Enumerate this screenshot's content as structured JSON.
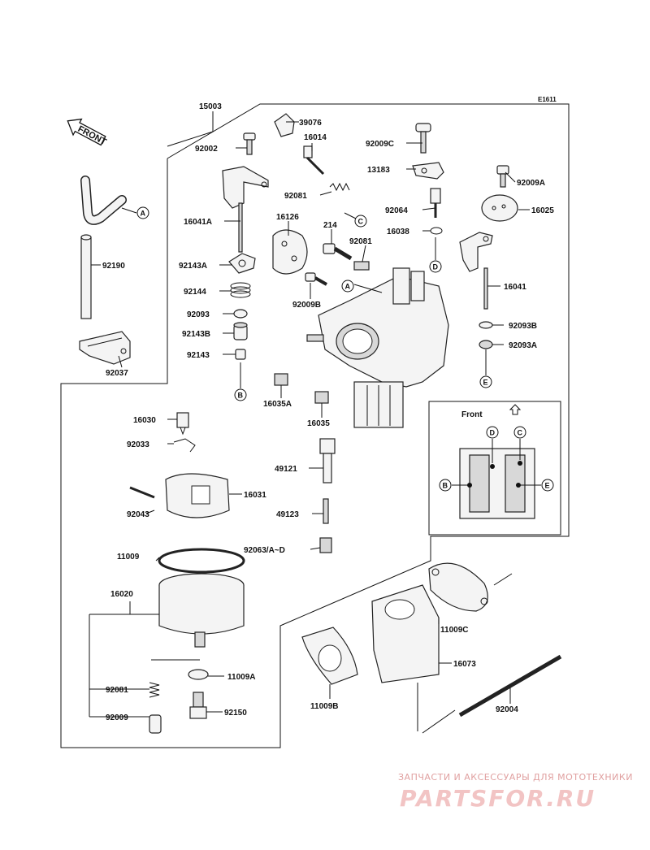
{
  "diagram": {
    "code": "E1611",
    "front_arrow_label": "FRONT",
    "inset_title": "Front",
    "parts": [
      {
        "key": "15003",
        "label": "15003"
      },
      {
        "key": "39076",
        "label": "39076"
      },
      {
        "key": "16014",
        "label": "16014"
      },
      {
        "key": "92002",
        "label": "92002"
      },
      {
        "key": "92009C",
        "label": "92009C"
      },
      {
        "key": "13183",
        "label": "13183"
      },
      {
        "key": "92009A",
        "label": "92009A"
      },
      {
        "key": "92081a",
        "label": "92081"
      },
      {
        "key": "92064",
        "label": "92064"
      },
      {
        "key": "16025",
        "label": "16025"
      },
      {
        "key": "16041A",
        "label": "16041A"
      },
      {
        "key": "16126",
        "label": "16126"
      },
      {
        "key": "214",
        "label": "214"
      },
      {
        "key": "92081b",
        "label": "92081"
      },
      {
        "key": "16038",
        "label": "16038"
      },
      {
        "key": "92190",
        "label": "92190"
      },
      {
        "key": "92143A",
        "label": "92143A"
      },
      {
        "key": "16041",
        "label": "16041"
      },
      {
        "key": "92144",
        "label": "92144"
      },
      {
        "key": "92009B",
        "label": "92009B"
      },
      {
        "key": "92093",
        "label": "92093"
      },
      {
        "key": "92093B",
        "label": "92093B"
      },
      {
        "key": "92143B",
        "label": "92143B"
      },
      {
        "key": "92093A",
        "label": "92093A"
      },
      {
        "key": "92143",
        "label": "92143"
      },
      {
        "key": "92037",
        "label": "92037"
      },
      {
        "key": "16035A",
        "label": "16035A"
      },
      {
        "key": "16030",
        "label": "16030"
      },
      {
        "key": "16035",
        "label": "16035"
      },
      {
        "key": "92033",
        "label": "92033"
      },
      {
        "key": "49121",
        "label": "49121"
      },
      {
        "key": "16031",
        "label": "16031"
      },
      {
        "key": "92043",
        "label": "92043"
      },
      {
        "key": "49123",
        "label": "49123"
      },
      {
        "key": "92063",
        "label": "92063/A~D"
      },
      {
        "key": "11009",
        "label": "11009"
      },
      {
        "key": "16020",
        "label": "16020"
      },
      {
        "key": "11009C",
        "label": "11009C"
      },
      {
        "key": "16073",
        "label": "16073"
      },
      {
        "key": "11009A",
        "label": "11009A"
      },
      {
        "key": "92081c",
        "label": "92081"
      },
      {
        "key": "92150",
        "label": "92150"
      },
      {
        "key": "92009",
        "label": "92009"
      },
      {
        "key": "11009B",
        "label": "11009B"
      },
      {
        "key": "92004",
        "label": "92004"
      }
    ],
    "refs": {
      "A1": "A",
      "A2": "A",
      "B1": "B",
      "C1": "C",
      "D1": "D",
      "E1": "E",
      "iD": "D",
      "iC": "C",
      "iB": "B",
      "iE": "E"
    }
  },
  "watermark": {
    "tagline": "ЗАПЧАСТИ И АКСЕССУАРЫ ДЛЯ МОТОТЕХНИКИ",
    "logo": "PARTSFOR.RU"
  }
}
